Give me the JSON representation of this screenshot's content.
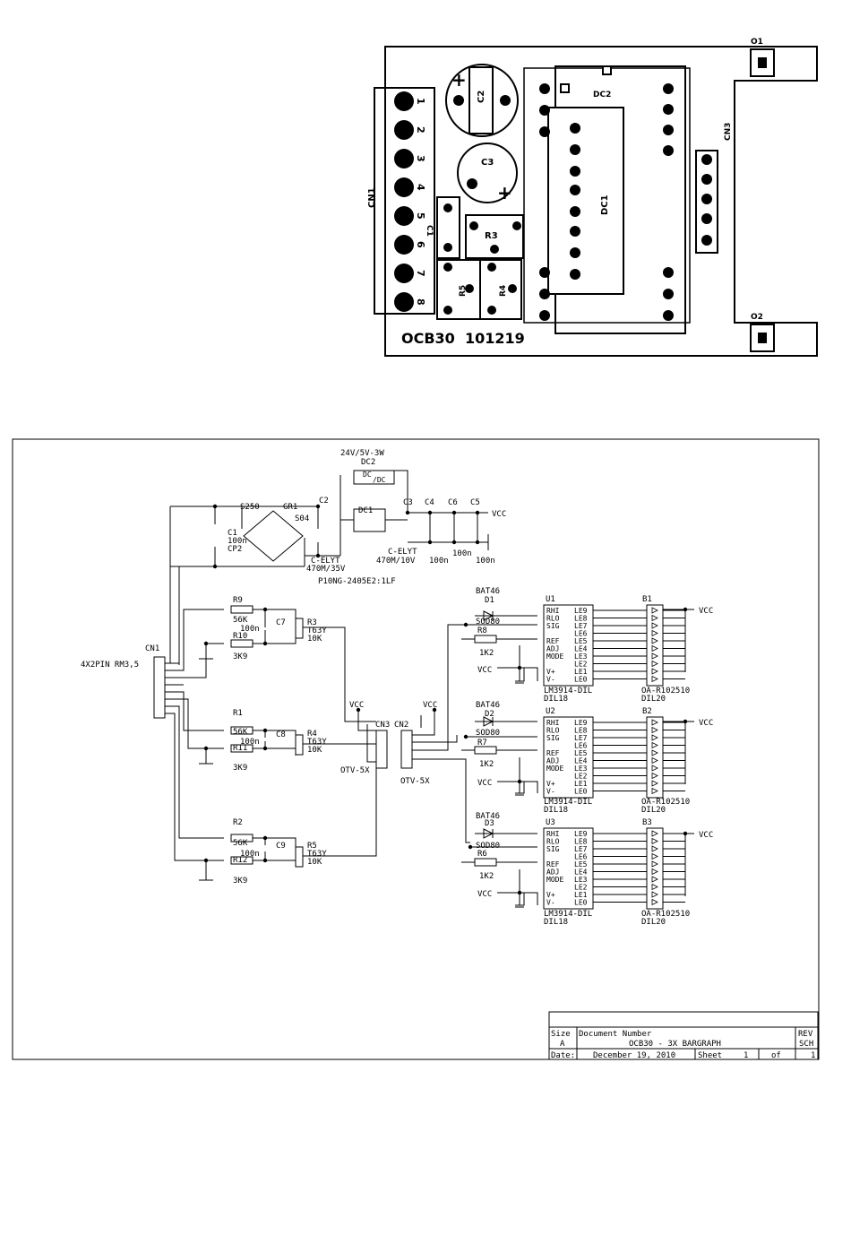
{
  "pcb": {
    "cn1_label": "CN1",
    "cn1_pins": [
      "1",
      "2",
      "3",
      "4",
      "5",
      "6",
      "7",
      "8"
    ],
    "c2_label": "C2",
    "c3_label": "C3",
    "c1_label": "C1",
    "r3_label": "R3",
    "r4_label": "R4",
    "r5_label": "R5",
    "dc1_label": "DC1",
    "dc2_label": "DC2",
    "cn3_label": "CN3",
    "o1_label": "O1",
    "o2_label": "O2",
    "plus_sign": "+",
    "board_text": "OCB30  101219"
  },
  "schematic": {
    "dcdc_title": "24V/5V-3W",
    "dc2_ref": "DC2",
    "dc_text": "DC",
    "dc_slash": "/DC",
    "gr1_ref": "GR1",
    "s250": "S250",
    "s04": "S04",
    "c1_ref": "C1",
    "c1_val": "100n",
    "c1_pkg": "CP2",
    "c2_ref": "C2",
    "c_elyt_1": "C-ELYT",
    "c_elyt_1_val": "470M/35V",
    "c_elyt_2": "C-ELYT",
    "c_elyt_2_val": "470M/10V",
    "c3_ref": "C3",
    "c4_ref": "C4",
    "c5_ref": "C5",
    "c6_ref": "C6",
    "c4_val": "100n",
    "c6_val": "100n",
    "c5_val": "100n",
    "dc1_ref": "DC1",
    "dcdc_part": "P10NG-2405E2:1LF",
    "vcc": "VCC",
    "cn1_ref": "CN1",
    "cn1_type": "4X2PIN RM3,5",
    "r9": "R9",
    "r10": "R10",
    "r1": "R1",
    "r11": "R11",
    "r2": "R2",
    "r12": "R12",
    "r56k": "56K",
    "r3k9": "3K9",
    "c7": "C7",
    "c8": "C8",
    "c9": "C9",
    "c100n": "100n",
    "r3": "R3",
    "r4": "R4",
    "r5": "R5",
    "t63y": "T63Y",
    "r10k": "10K",
    "cn3": "CN3",
    "cn2": "CN2",
    "otv": "OTV-5X",
    "bat46": "BAT46",
    "d1": "D1",
    "d2": "D2",
    "d3": "D3",
    "sod80": "SOD80",
    "r8": "R8",
    "r7": "R7",
    "r6": "R6",
    "r1k2": "1K2",
    "u1": "U1",
    "u2": "U2",
    "u3": "U3",
    "lm3914": "LM3914-DIL",
    "dil18": "DIL18",
    "b1": "B1",
    "b2": "B2",
    "b3": "B3",
    "bargraph": "OA-R102510",
    "dil20": "DIL20",
    "ic_left_pins": [
      "RHI",
      "RLO",
      "SIG",
      "",
      "REF",
      "ADJ",
      "MODE",
      "",
      "V+",
      "V-"
    ],
    "ic_right_pins": [
      "LE9",
      "LE8",
      "LE7",
      "LE6",
      "LE5",
      "LE4",
      "LE3",
      "LE2",
      "LE1",
      "LE0"
    ],
    "title_block": {
      "size_label": "Size",
      "size_value": "A",
      "doc_label": "Document Number",
      "doc_value": "OCB30 - 3X BARGRAPH",
      "rev_label": "REV",
      "rev_value": "SCH",
      "date_label": "Date:",
      "date_value": "December 19, 2010",
      "sheet_label": "Sheet",
      "sheet_value": "1",
      "of_label": "of",
      "of_value": "1"
    }
  }
}
